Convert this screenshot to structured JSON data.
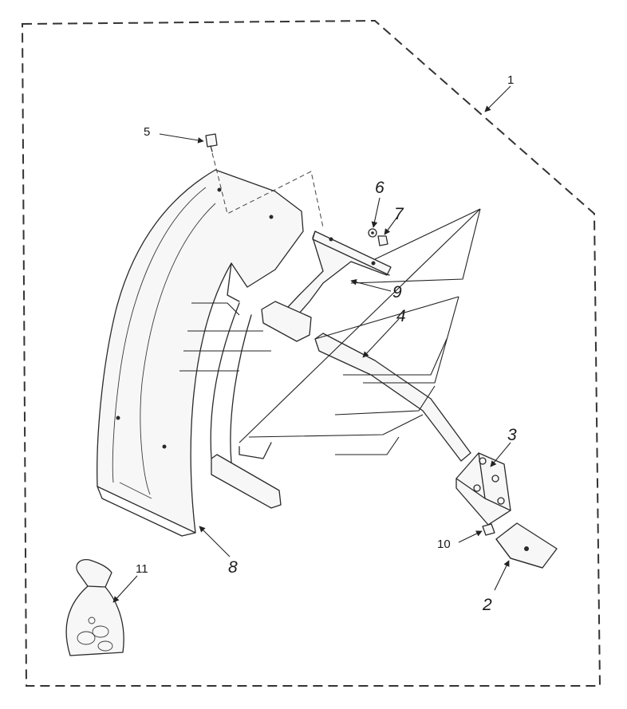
{
  "diagram": {
    "callouts": {
      "c1": "1",
      "c2": "2",
      "c3": "3",
      "c4": "4",
      "c5": "5",
      "c6": "6",
      "c7": "7",
      "c8": "8",
      "c9": "9",
      "c10": "10",
      "c11": "11"
    },
    "colors": {
      "ink": "#2a2a2a",
      "paper": "#ffffff"
    }
  }
}
